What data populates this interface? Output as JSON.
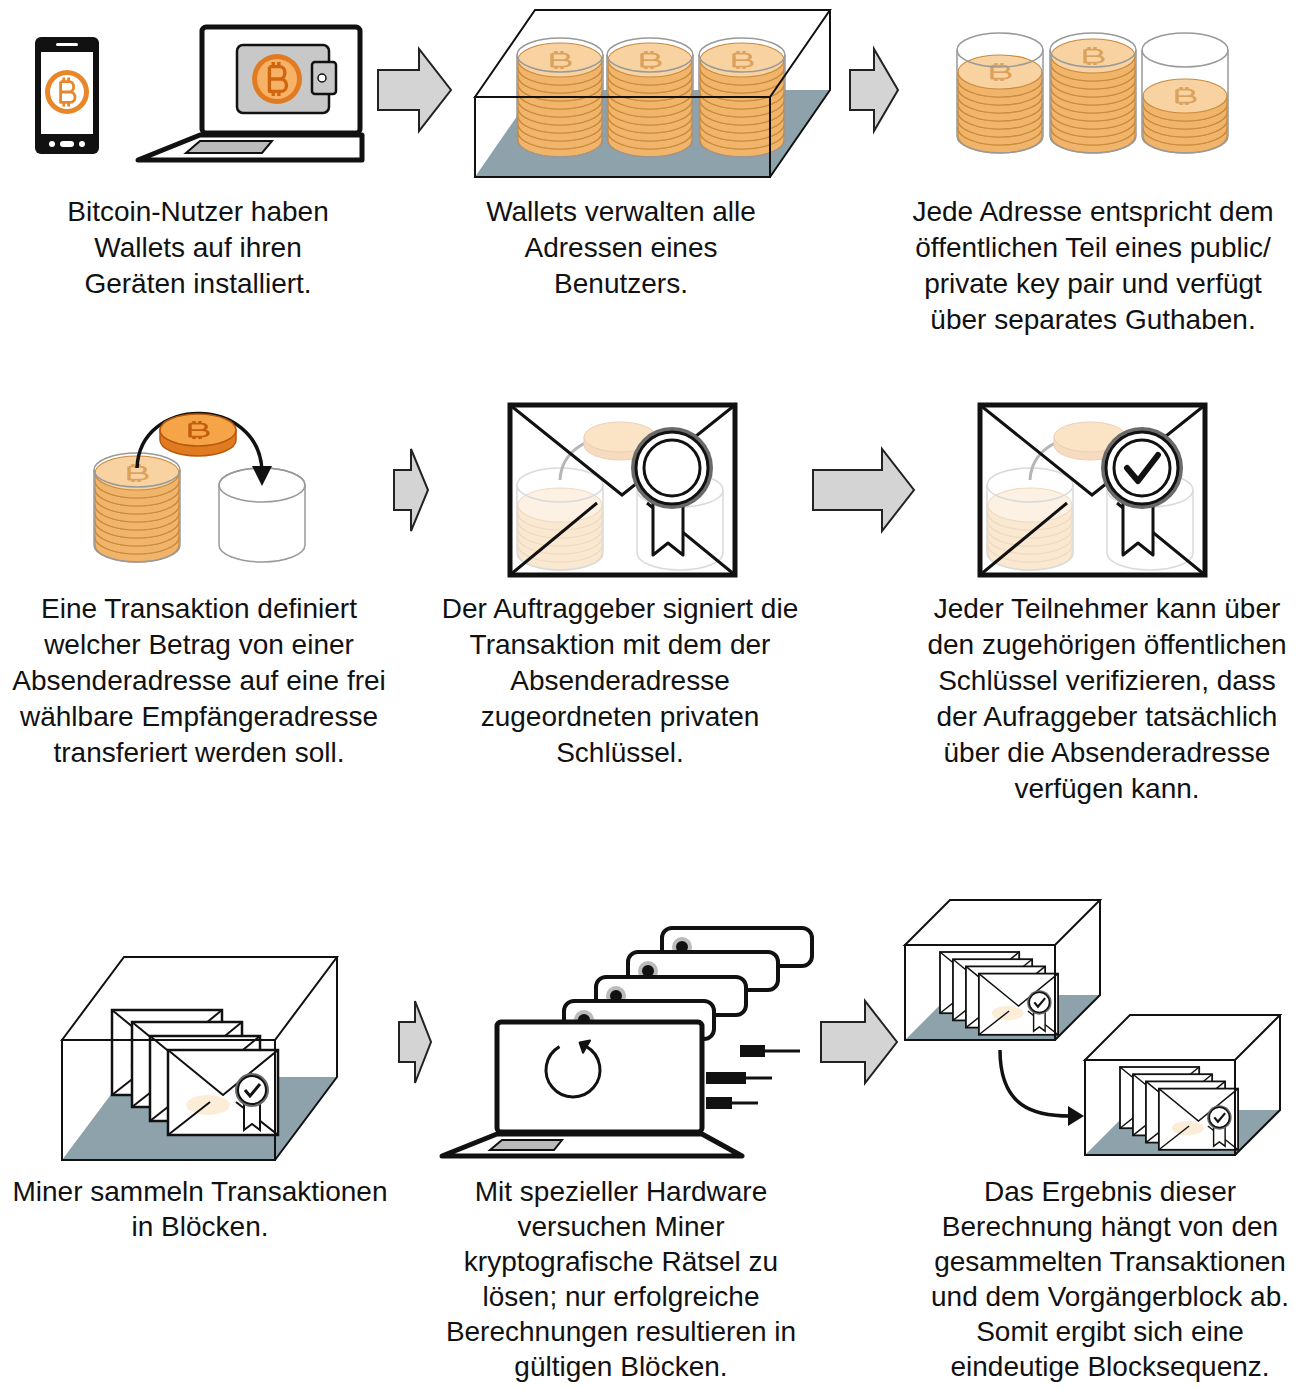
{
  "diagram": {
    "nodes": [
      {
        "text": [
          "Bitcoin-Nutzer haben Wallets auf ihren Geräten installiert."
        ]
      },
      {
        "text": [
          "Wallets verwalten alle Adressen eines Benutzers."
        ]
      },
      {
        "text": [
          "Jede Adresse entspricht dem öffentlichen Teil eines public/ private key pair und verfügt über separates Guthaben."
        ]
      },
      {
        "text": [
          "Eine Transaktion definiert welcher Betrag von einer Absenderadresse auf eine frei wählbare Empfängeradresse transferiert werden soll."
        ]
      },
      {
        "text": [
          "Der Auftraggeber signiert die Transaktion mit dem der Absenderadresse zugeordneten privaten Schlüssel."
        ]
      },
      {
        "text": [
          "Jeder Teilnehmer kann über den zugehörigen öffentlichen Schlüssel verifizieren, dass der Aufraggeber tatsächlich über die Absenderadresse verfügen kann."
        ]
      },
      {
        "text": [
          "Miner sammeln Transaktionen in Blöcken."
        ]
      },
      {
        "text": [
          "Mit spezieller Hardware versuchen Miner kryptografische Rätsel zu lösen; nur erfolgreiche Berechnungen resultieren in gültigen Blöcken."
        ]
      },
      {
        "text": [
          "Das Ergebnis dieser Berechnung hängt von den gesammelten Transaktionen und dem Vorgängerblock ab. Somit ergibt sich eine eindeutige Blocksequenz."
        ]
      }
    ],
    "edges": [
      {
        "from": 0,
        "to": 1,
        "arrow": "to"
      },
      {
        "from": 1,
        "to": 2,
        "arrow": "to"
      },
      {
        "from": 3,
        "to": 4,
        "arrow": "to"
      },
      {
        "from": 4,
        "to": 5,
        "arrow": "to"
      },
      {
        "from": 6,
        "to": 7,
        "arrow": "to"
      },
      {
        "from": 7,
        "to": 8,
        "arrow": "to"
      }
    ]
  }
}
